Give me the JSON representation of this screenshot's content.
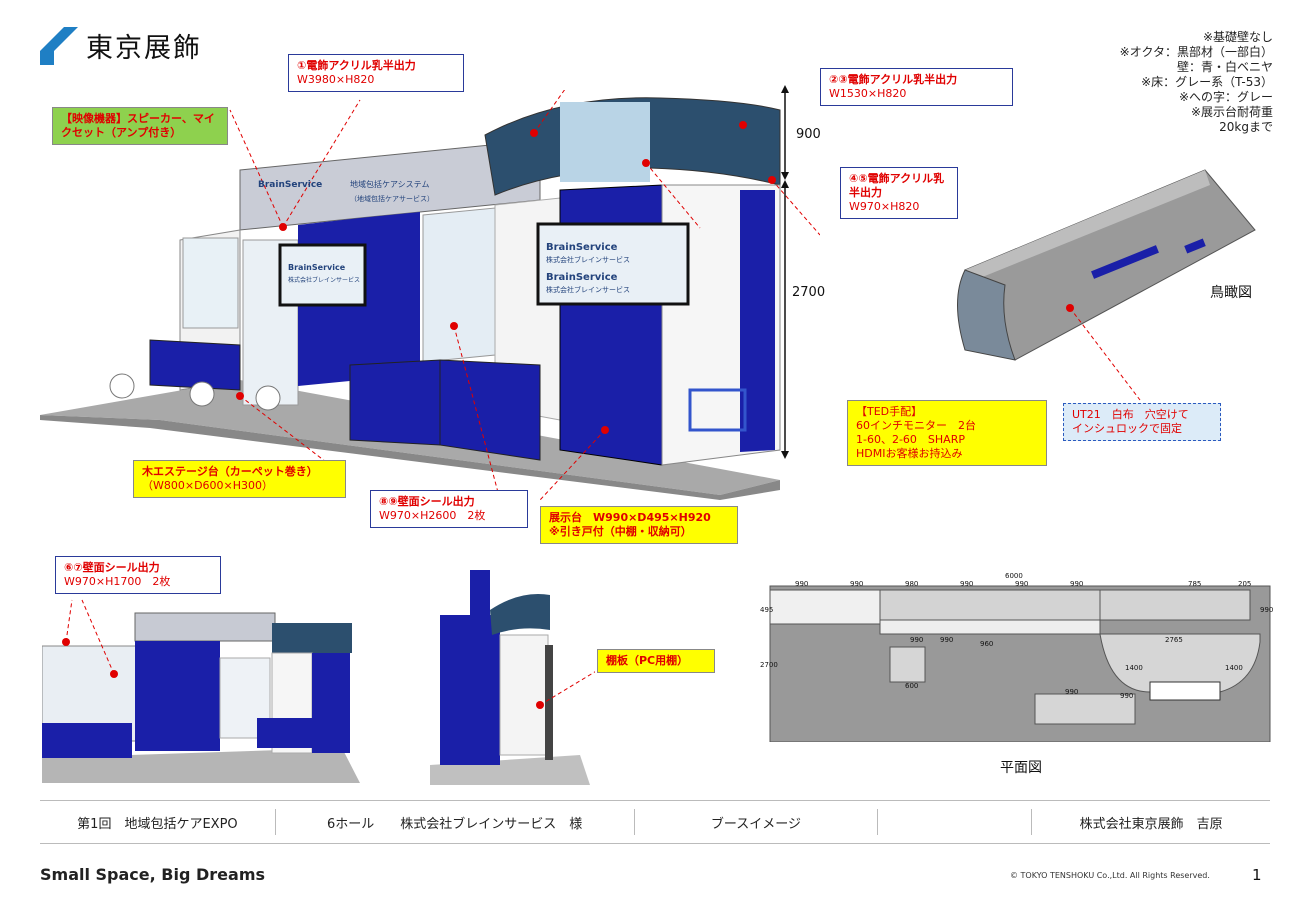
{
  "logo": {
    "text": "東京展飾"
  },
  "notes": [
    "※基礎壁なし",
    "※オクタ：黒部材（一部白）",
    "壁：青・白ベニヤ",
    "※床：グレー系（T-53）",
    "※への字：グレー",
    "※展示台耐荷重",
    "20kgまで"
  ],
  "callouts": {
    "c1": {
      "title": "①電飾アクリル乳半出力",
      "sub": "W3980×H820"
    },
    "c2": {
      "title": "②③電飾アクリル乳半出力",
      "sub": "W1530×H820"
    },
    "c3": {
      "title": "【映像機器】スピーカー、マイクセット（アンプ付き）"
    },
    "c4": {
      "title": "④⑤電飾アクリル乳半出力",
      "sub": "W970×H820"
    },
    "c5": {
      "title": "木エステージ台（カーペット巻き）",
      "sub": "（W800×D600×H300）"
    },
    "c6": {
      "title": "⑧⑨壁面シール出力",
      "sub": "W970×H2600　2枚"
    },
    "c7": {
      "title": "展示台　W990×D495×H920",
      "sub": "※引き戸付（中棚・収納可）"
    },
    "c8": {
      "title": "【TED手配】",
      "lines": [
        "60インチモニター　2台",
        "1-60、2-60　SHARP",
        "HDMIお客様お持込み"
      ]
    },
    "c9": {
      "title": "UT21　白布　穴空けて",
      "sub": "インシュロックで固定"
    },
    "c10": {
      "title": "⑥⑦壁面シール出力",
      "sub": "W970×H1700　2枚"
    },
    "c11": {
      "title": "棚板（PC用棚）"
    }
  },
  "dimensions": {
    "d900": "900",
    "d2700": "2700"
  },
  "booth_signs": {
    "brand_en": "BrainService",
    "brand_jp": "株式会社ブレインサービス",
    "fascia_text": "地域包括ケアシステム",
    "fascia_sub": "（地域包括ケアサービス）"
  },
  "labels": {
    "birdseye": "鳥瞰図",
    "plan": "平面図"
  },
  "plan": {
    "total": "6000",
    "top_dims": [
      "990",
      "990",
      "980",
      "990",
      "990",
      "990",
      "785",
      "205"
    ],
    "left_dim": "495",
    "right_dim": "990",
    "height_dim": "2700",
    "inner": [
      "990",
      "990",
      "960",
      "2765",
      "600",
      "990",
      "990",
      "1400",
      "1400"
    ]
  },
  "footer": {
    "cells": [
      "第1回　地域包括ケアEXPO",
      "6ホール　　株式会社ブレインサービス　様",
      "ブースイメージ",
      "",
      "株式会社東京展飾　吉原"
    ]
  },
  "slogan": "Small Space, Big Dreams",
  "copyright": "© TOKYO TENSHOKU Co.,Ltd. All Rights Reserved.",
  "page_number": "1",
  "colors": {
    "booth_blue": "#1a1fa8",
    "callout_red": "#e00000",
    "callout_yellow": "#ffff00",
    "logo_blue": "#1f7fc4"
  }
}
